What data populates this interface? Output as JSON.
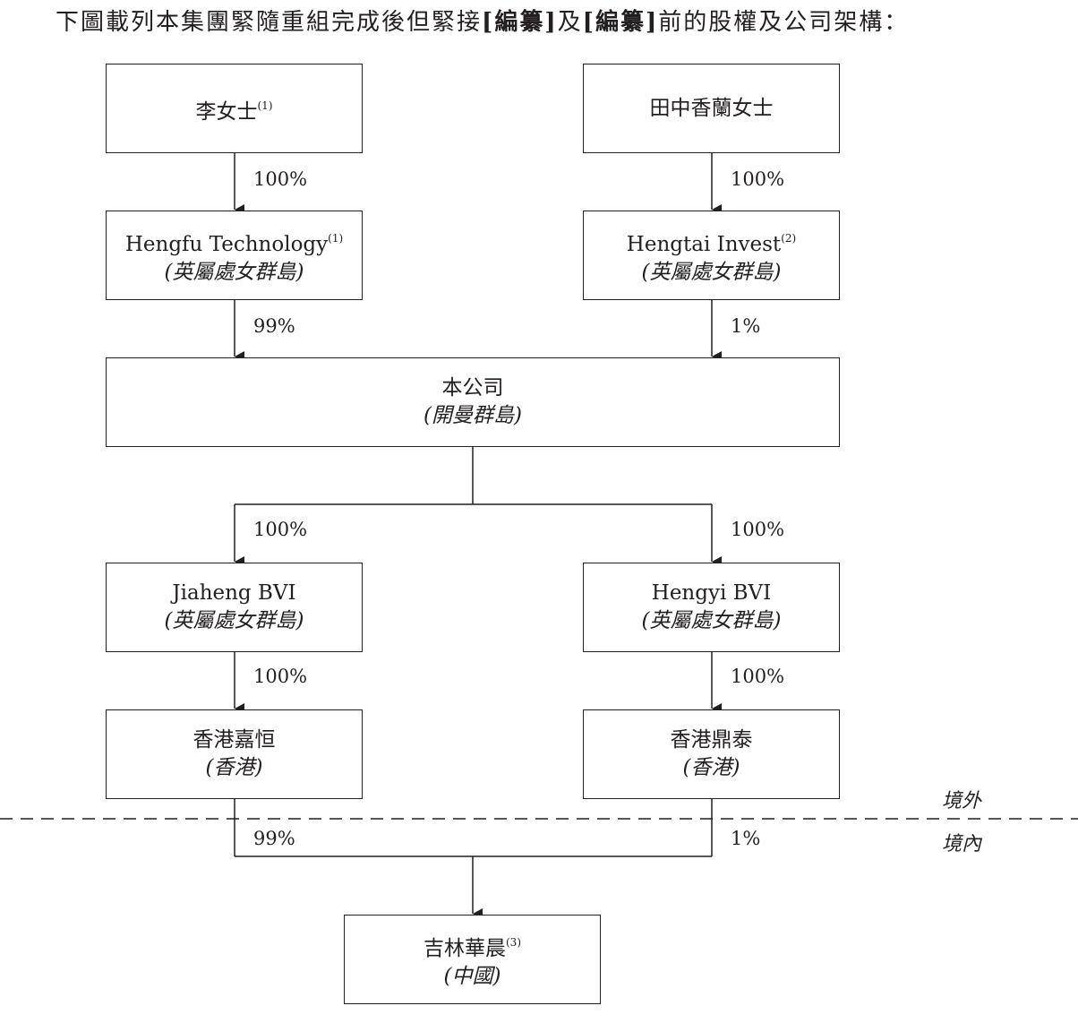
{
  "intro": {
    "part1": "下圖載列本集團緊隨重組完成後但緊接",
    "redacted1": "[編纂]",
    "part2": "及",
    "redacted2": "[編纂]",
    "part3": "前的股權及公司架構："
  },
  "entities": {
    "ms_li": {
      "name": "李女士",
      "note": "(1)"
    },
    "tanaka": {
      "name": "田中香蘭女士"
    },
    "hengfu": {
      "name": "Hengfu Technology",
      "note": "(1)",
      "jurisdiction": "(英屬處女群島)"
    },
    "hengtai": {
      "name": "Hengtai Invest",
      "note": "(2)",
      "jurisdiction": "(英屬處女群島)"
    },
    "company": {
      "name": "本公司",
      "jurisdiction": "(開曼群島)"
    },
    "jiaheng_bvi": {
      "name": "Jiaheng BVI",
      "jurisdiction": "(英屬處女群島)"
    },
    "hengyi_bvi": {
      "name": "Hengyi BVI",
      "jurisdiction": "(英屬處女群島)"
    },
    "hk_jiaheng": {
      "name": "香港嘉恒",
      "jurisdiction": "(香港)"
    },
    "hk_dingtai": {
      "name": "香港鼎泰",
      "jurisdiction": "(香港)"
    },
    "jilin": {
      "name": "吉林華晨",
      "note": "(3)",
      "jurisdiction": "(中國)"
    }
  },
  "ownership": {
    "li_hengfu": "100%",
    "tanaka_hengtai": "100%",
    "hengfu_company": "99%",
    "hengtai_company": "1%",
    "company_jiaheng": "100%",
    "company_hengyi": "100%",
    "jiaheng_hkjiaheng": "100%",
    "hengyi_hkdingtai": "100%",
    "hkjiaheng_jilin": "99%",
    "hkdingtai_jilin": "1%"
  },
  "zones": {
    "offshore": "境外",
    "onshore": "境內"
  },
  "colors": {
    "ink": "#231f20",
    "background": "#ffffff"
  }
}
